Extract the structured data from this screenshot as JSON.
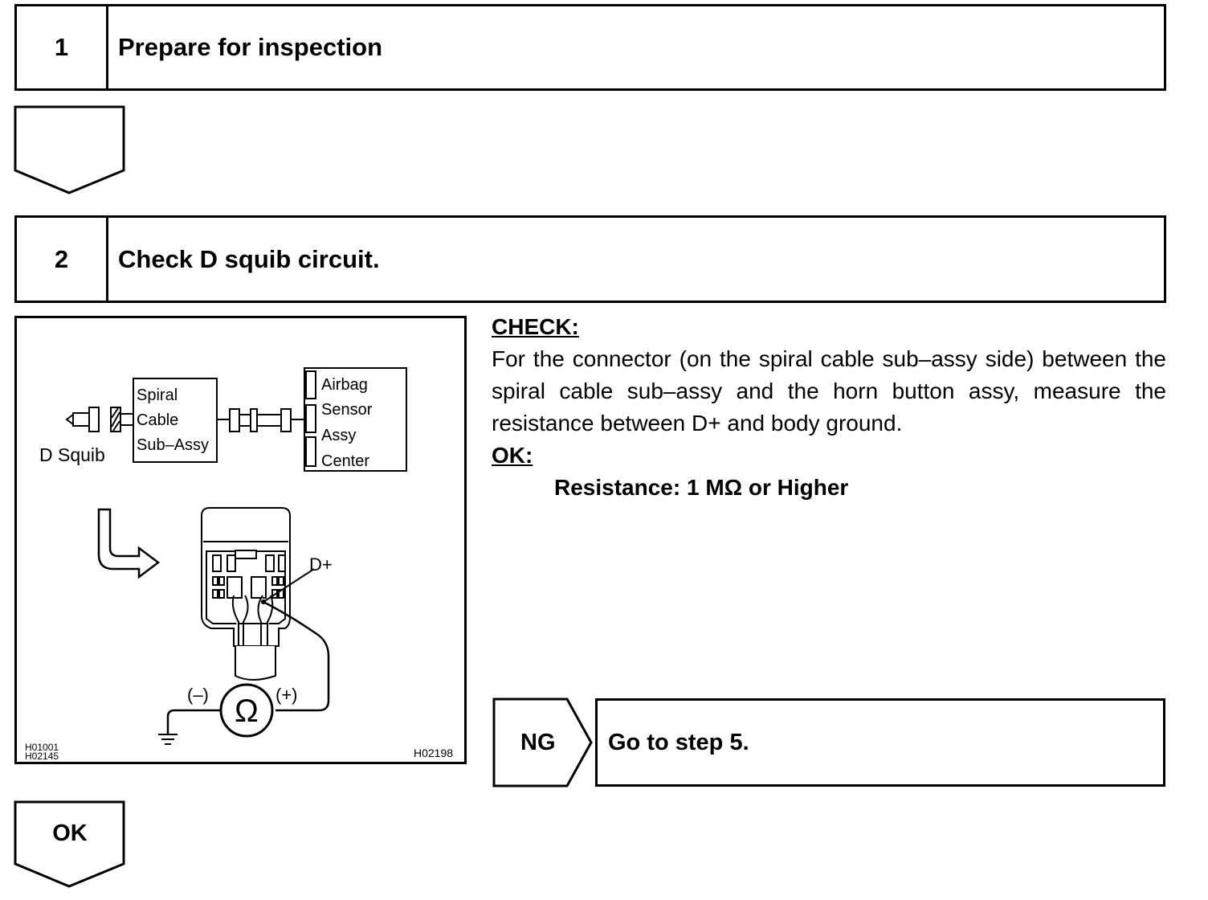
{
  "steps": [
    {
      "number": "1",
      "title": "Prepare for inspection"
    },
    {
      "number": "2",
      "title": "Check D squib circuit."
    }
  ],
  "figure": {
    "left_label": "D Squib",
    "spiral_cable": [
      "Spiral",
      "Cable",
      "Sub–Assy"
    ],
    "airbag_center": [
      "Airbag",
      "Sensor",
      "Assy",
      "Center"
    ],
    "terminal_label": "D+",
    "minus_label": "(–)",
    "plus_label": "(+)",
    "ohm_symbol": "Ω",
    "code_left": [
      "H01001",
      "H02145"
    ],
    "code_right": "H02198"
  },
  "check": {
    "heading": "CHECK:",
    "text": "For the connector (on the spiral cable sub–assy side) between the spiral cable sub–assy and the horn button assy, measure the resistance between D+ and body ground.",
    "ok_heading": "OK:",
    "spec": "Resistance: 1 MΩ or Higher"
  },
  "ng": {
    "label": "NG",
    "action": "Go to step 5."
  },
  "ok": {
    "label": "OK"
  }
}
